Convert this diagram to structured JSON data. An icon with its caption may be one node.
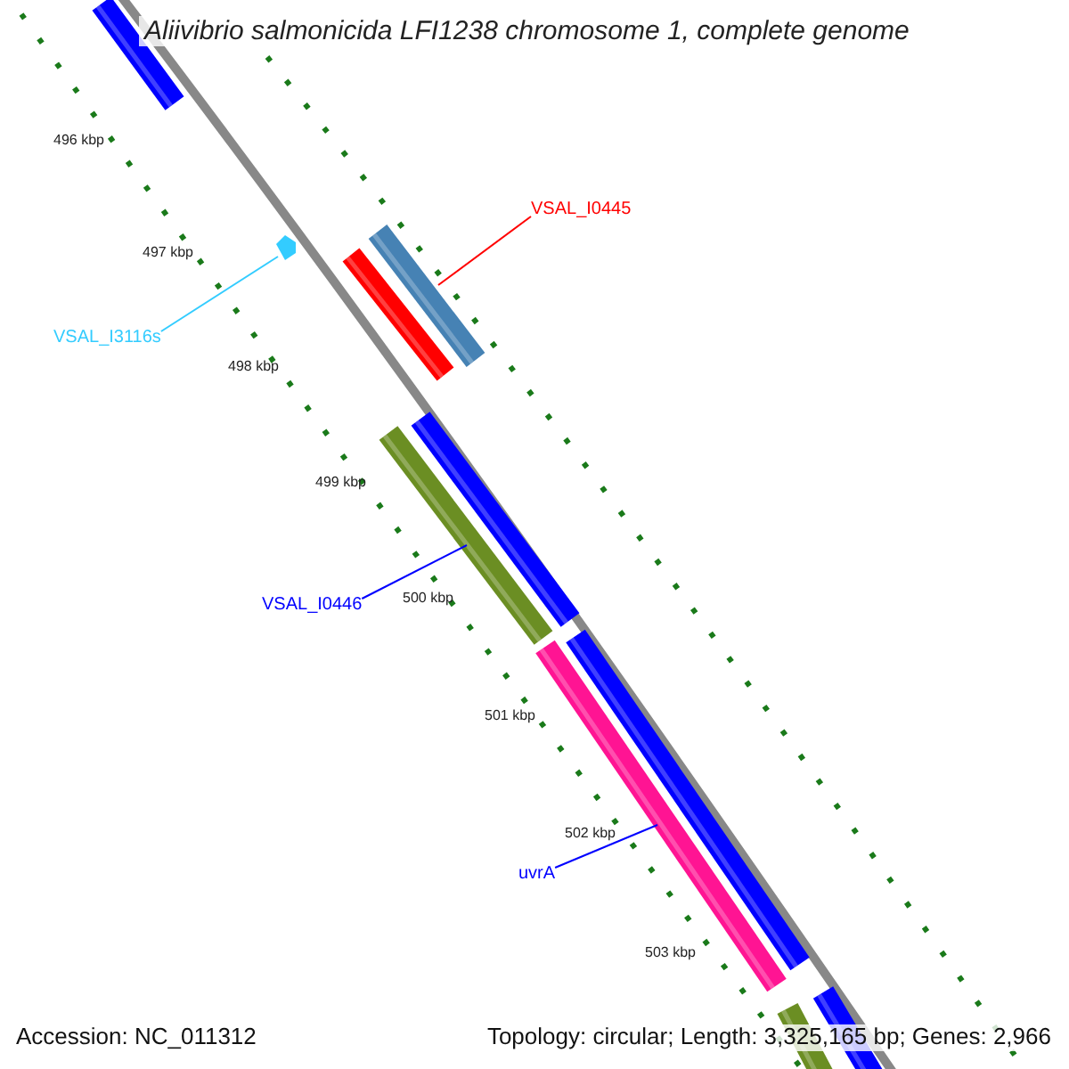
{
  "diagram": {
    "title": "Aliivibrio salmonicida LFI1238 chromosome 1, complete genome",
    "nodes": [
      {
        "text": [
          "VSAL_I0445"
        ]
      },
      {
        "text": [],
        "shape": "bar"
      },
      {
        "text": [
          "VSAL_I3116s"
        ]
      },
      {
        "text": [],
        "shape": "pentagon"
      },
      {
        "text": [
          "VSAL_I0446"
        ]
      },
      {
        "text": [],
        "shape": "bar"
      },
      {
        "text": [
          "uvrA"
        ]
      },
      {
        "text": [],
        "shape": "bar"
      }
    ],
    "edges": [
      {
        "from": 0,
        "to": 1,
        "arrow": "none",
        "color": "#ff0000"
      },
      {
        "from": 2,
        "to": 3,
        "arrow": "none",
        "color": "#33ccff"
      },
      {
        "from": 4,
        "to": 5,
        "arrow": "none",
        "color": "#0000ff"
      },
      {
        "from": 6,
        "to": 7,
        "arrow": "none",
        "color": "#0000ff"
      }
    ],
    "labels": [
      "496 kbp",
      "497 kbp",
      "498 kbp",
      "499 kbp",
      "500 kbp",
      "501 kbp",
      "502 kbp",
      "503 kbp",
      "Accession: NC_011312",
      "Topology: circular; Length: 3,325,165 bp; Genes: 2,966"
    ]
  }
}
